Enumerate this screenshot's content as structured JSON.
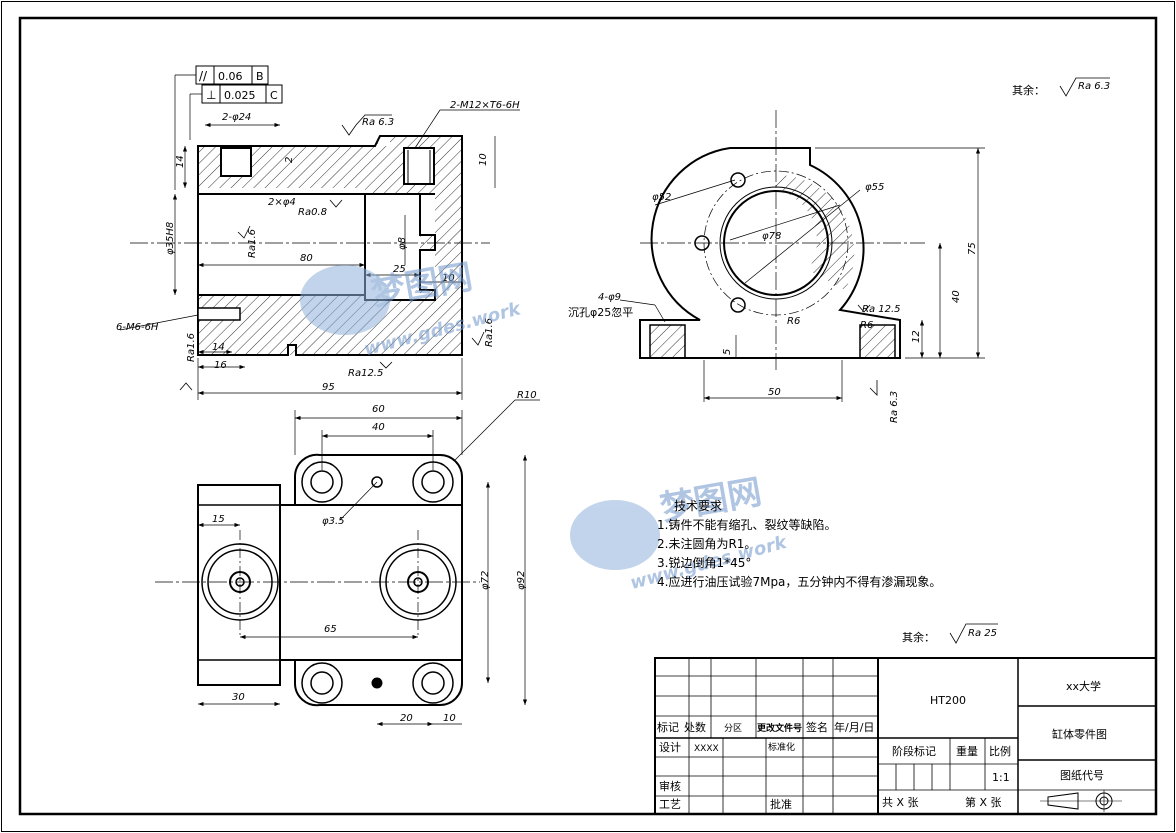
{
  "roughness": {
    "global_top": {
      "prefix": "其余：",
      "value": "Ra 6.3"
    },
    "global_mid": {
      "prefix": "其余：",
      "value": "Ra 25"
    }
  },
  "front_view": {
    "tol_row1": {
      "sym": "//",
      "val": "0.06",
      "datum": "B"
    },
    "tol_row2": {
      "sym": "⊥",
      "val": "0.025",
      "datum": "C"
    },
    "d_2phi24": "2-φ24",
    "d_m12": "2-M12×T6-6H",
    "d_ra63": "Ra 6.3",
    "d_14": "14",
    "d_2": "2",
    "d_10": "10",
    "d_2phi4": "2×φ4",
    "d_ra08": "Ra0.8",
    "d_35h8": "φ35H8",
    "d_ra16a": "Ra1.6",
    "d_80": "80",
    "d_phi8": "φ8",
    "d_25": "25",
    "d_10b": "10",
    "d_m6": "6-M6-6H",
    "d_14b": "14",
    "d_16": "16",
    "d_ra16b": "Ra1.6",
    "d_ra16c": "Ra1.6",
    "d_ra125": "Ra12.5",
    "d_95": "95"
  },
  "side_view": {
    "d_phi52": "φ52",
    "d_phi55": "φ55",
    "d_phi78": "φ78",
    "d_4phi9": "4-φ9",
    "d_counterbore": "沉孔φ25忽平",
    "d_ra125": "Ra 12.5",
    "d_r6a": "R6",
    "d_r6b": "R6",
    "d_75": "75",
    "d_40": "40",
    "d_12": "12",
    "d_5": "5",
    "d_50": "50",
    "d_ra63": "Ra 6.3"
  },
  "top_view": {
    "d_r10": "R10",
    "d_60": "60",
    "d_40": "40",
    "d_15": "15",
    "d_phi35": "φ3.5",
    "d_phi72": "φ72",
    "d_phi92": "φ92",
    "d_65": "65",
    "d_30": "30",
    "d_20": "20",
    "d_10": "10"
  },
  "tech_req": {
    "title": "技术要求",
    "items": [
      "1.铸件不能有缩孔、裂纹等缺陷。",
      "2.未注圆角为R1。",
      "3.锐边倒角1*45°",
      "4.应进行油压试验7Mpa，五分钟内不得有渗漏现象。"
    ]
  },
  "watermark": {
    "brand": "梦图网",
    "url": "www.gdes.work"
  },
  "title_block": {
    "col_mark": "标记",
    "col_count": "处数",
    "col_zone": "分区",
    "col_doc": "更改文件号",
    "col_sign": "签名",
    "col_date": "年/月/日",
    "row_design": "设计",
    "designer": "XXXX",
    "standard": "标准化",
    "row_review": "审核",
    "row_process": "工艺",
    "approve": "批准",
    "material": "HT200",
    "stage": "阶段标记",
    "weight": "重量",
    "scale_label": "比例",
    "scale": "1:1",
    "total_sheets": "共 X 张",
    "sheet_no": "第 X 张",
    "school": "xx大学",
    "part_name": "缸体零件图",
    "drawing_no": "图纸代号"
  }
}
